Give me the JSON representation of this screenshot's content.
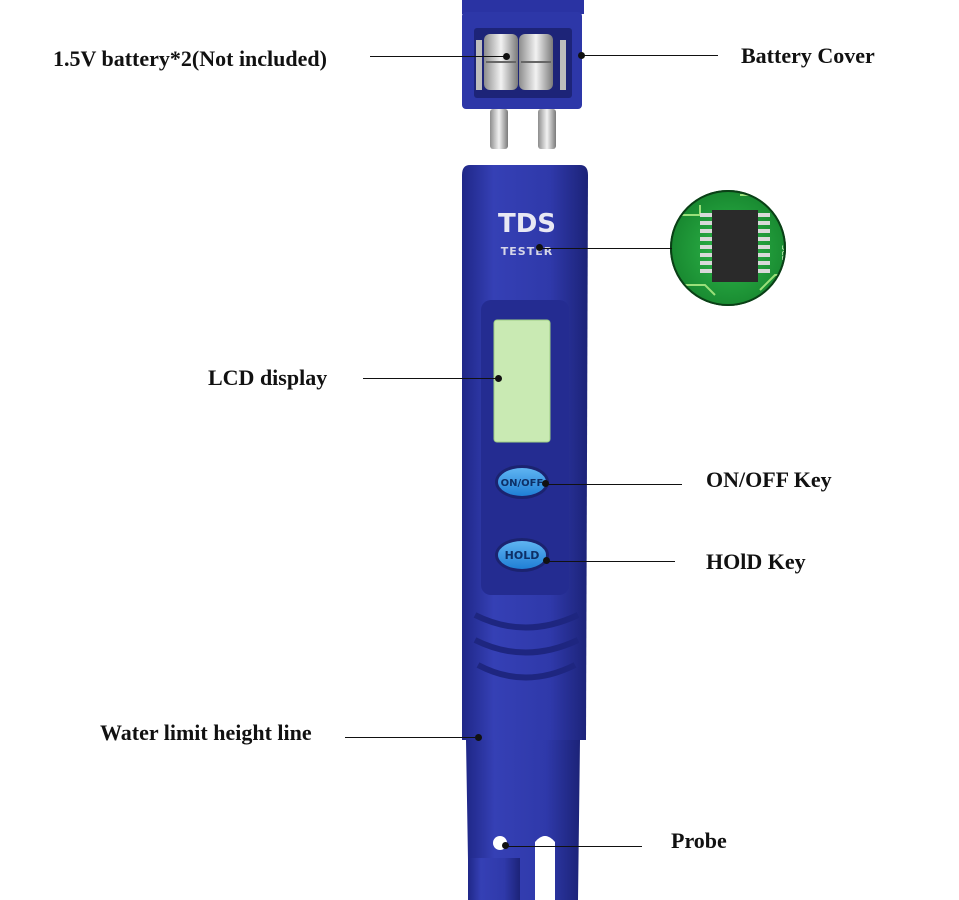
{
  "labels": {
    "battery": "1.5V battery*2(Not included)",
    "battery_cover": "Battery Cover",
    "lcd_display": "LCD display",
    "on_off_key": "ON/OFF Key",
    "hold_key": "HOlD Key",
    "water_limit": "Water limit height line",
    "probe": "Probe"
  },
  "device": {
    "brand": "TDS",
    "sub": "TESTER",
    "button_on_off": "ON/OFF",
    "button_hold": "HOLD"
  },
  "chip": {
    "silk_text": "SCL"
  },
  "colors": {
    "body_blue": "#2e36a8",
    "lcd_green": "#c9eab3",
    "button_blue": "#2a8fe0",
    "pcb_green": "#1fa23b"
  }
}
